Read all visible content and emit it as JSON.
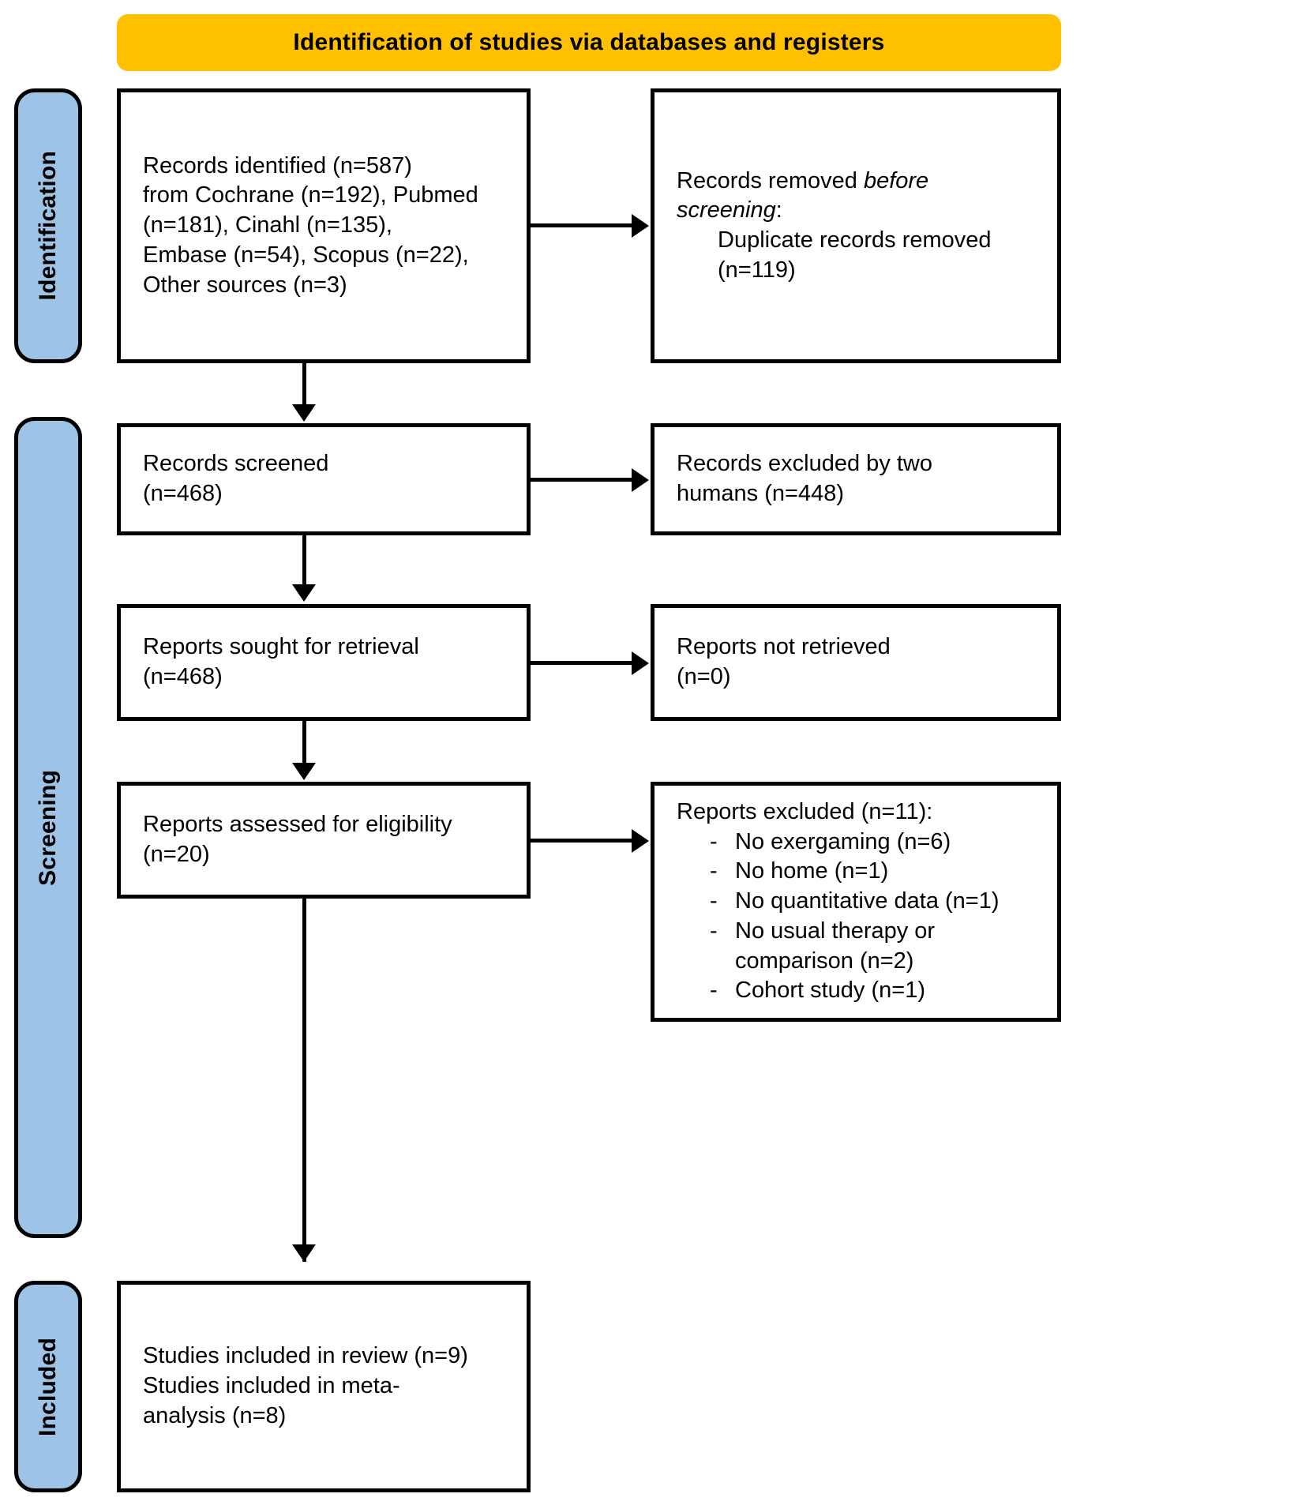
{
  "header": {
    "title": "Identification of studies via databases and registers",
    "background_color": "#FFC000"
  },
  "phases": {
    "accent_color": "#9DC3E6",
    "identification": "Identification",
    "screening": "Screening",
    "included": "Included"
  },
  "boxes": {
    "records_identified": {
      "line1": "Records identified (n=587)",
      "line2": "from Cochrane (n=192), Pubmed",
      "line3": "(n=181), Cinahl (n=135),",
      "line4": "Embase (n=54), Scopus (n=22),",
      "line5": "Other sources (n=3)"
    },
    "records_removed": {
      "line1_prefix": "Records removed ",
      "line1_em": "before",
      "line2_em": "screening",
      "line2_suffix": ":",
      "line3": "Duplicate records removed",
      "line4": "(n=119)"
    },
    "records_screened": {
      "line1": "Records screened",
      "line2": "(n=468)"
    },
    "records_excluded": {
      "line1": "Records excluded by two",
      "line2": "humans (n=448)"
    },
    "reports_sought": {
      "line1": "Reports sought for retrieval",
      "line2": "(n=468)"
    },
    "reports_not_retrieved": {
      "line1": "Reports not retrieved",
      "line2": "(n=0)"
    },
    "reports_assessed": {
      "line1": "Reports assessed for eligibility",
      "line2": "(n=20)"
    },
    "reports_excluded": {
      "heading": "Reports excluded (n=11):",
      "bullet_marker": "-",
      "items": [
        "No exergaming (n=6)",
        "No home (n=1)",
        "No quantitative data (n=1)",
        "No usual therapy or comparison (n=2)",
        "Cohort study (n=1)"
      ]
    },
    "studies_included": {
      "line1": "Studies included in review (n=9)",
      "line2": "Studies included in meta-",
      "line3": "analysis (n=8)"
    }
  }
}
